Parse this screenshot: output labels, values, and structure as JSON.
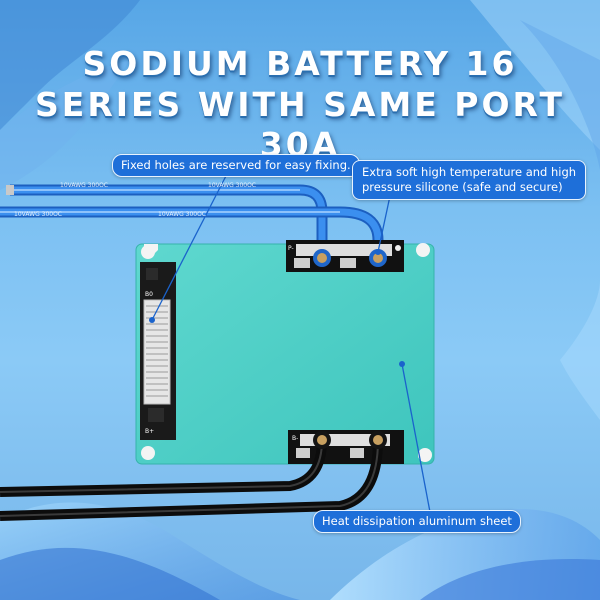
{
  "title": {
    "line1": "SODIUM BATTERY 16",
    "line2": "SERIES WITH SAME PORT 30A"
  },
  "callouts": {
    "fixed_holes": "Fixed holes are reserved for easy fixing.",
    "silicone_line1": "Extra soft high temperature and high",
    "silicone_line2": "pressure silicone (safe and secure)",
    "heat_sheet": "Heat dissipation aluminum sheet"
  },
  "wire_prints": {
    "upper": "10VAWG   300OC",
    "lower": "10VAWG   300OC"
  },
  "board_marks": {
    "connector_top": "B0",
    "connector_bottom": "B+",
    "port_top": "P-",
    "port_bottom": "B-"
  },
  "colors": {
    "background": "#7cc0f2",
    "callout": "#1e6fd9",
    "board": "#4fd0c8",
    "blue_wire": "#2d7fe0",
    "black_wire": "#151515"
  }
}
